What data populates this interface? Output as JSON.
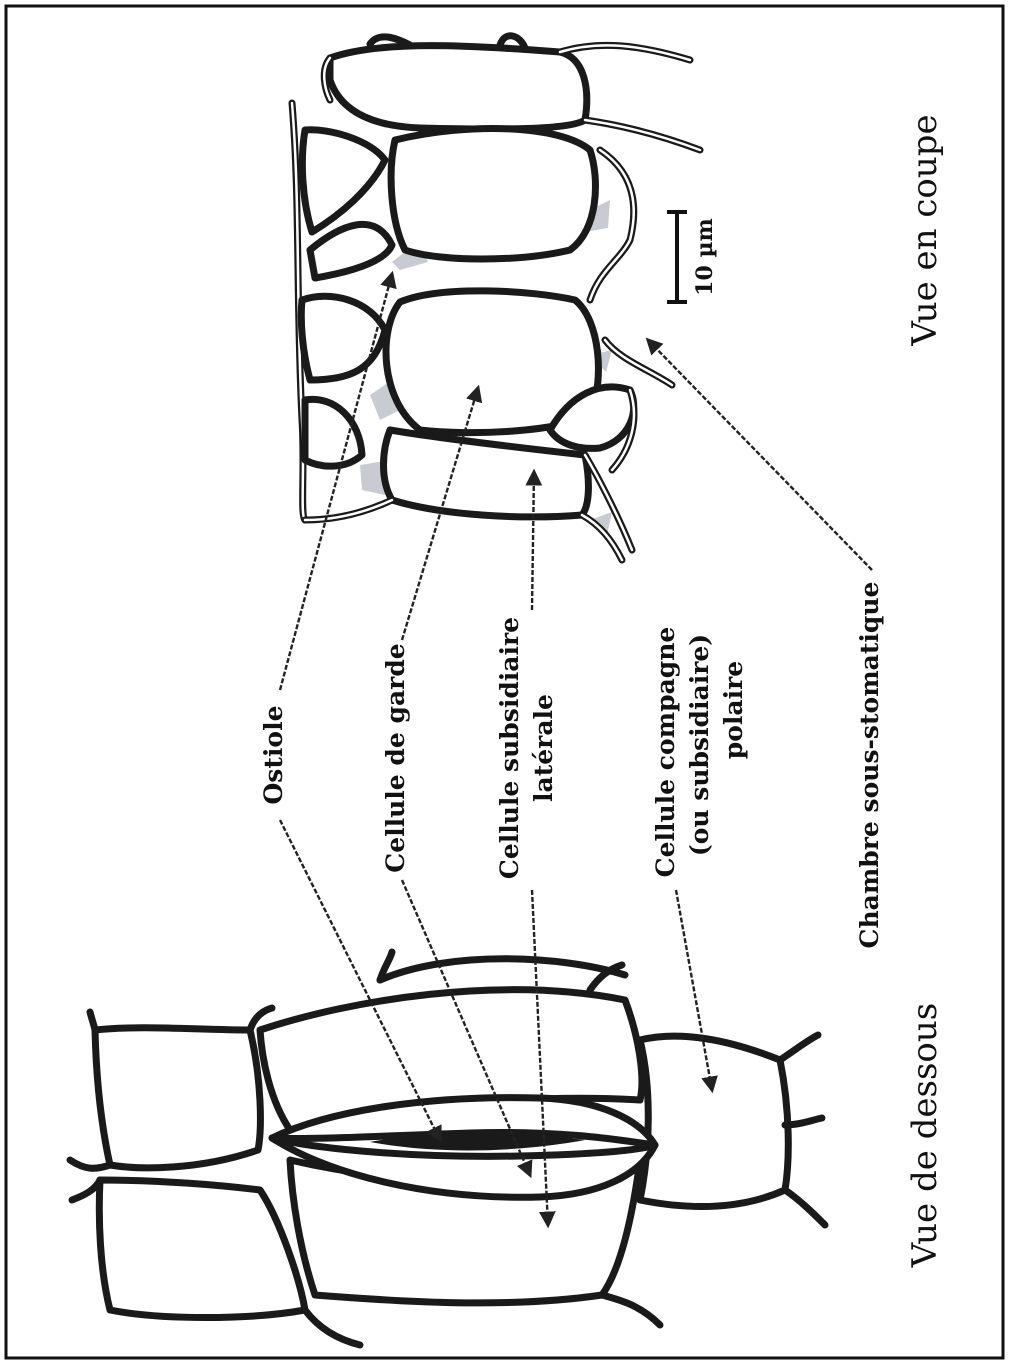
{
  "figure": {
    "titles": {
      "section_view": "Vue en coupe",
      "bottom_view": "Vue de dessous"
    },
    "scale_bar": {
      "label": "10 µm"
    },
    "labels": {
      "ostiole": "Ostiole",
      "guard_cell": "Cellule de garde",
      "lateral_subsidiary_line1": "Cellule subsidiaire",
      "lateral_subsidiary_line2": "latérale",
      "polar_companion_line1": "Cellule compagne",
      "polar_companion_line2": "(ou subsidiaire)",
      "polar_companion_line3": "polaire",
      "substomatal_chamber": "Chambre sous-stomatique"
    }
  }
}
